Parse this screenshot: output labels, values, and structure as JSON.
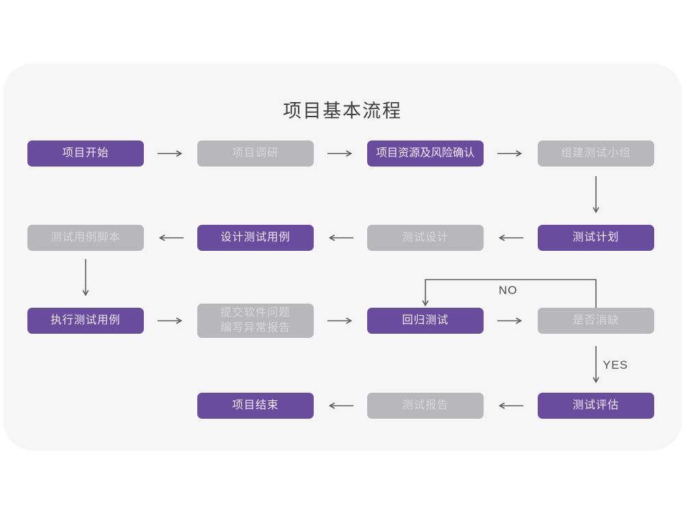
{
  "title": "项目基本流程",
  "colors": {
    "card_background": "#f6f6f7",
    "page_background": "#ffffff",
    "node_purple": "#6a4c9e",
    "node_purple_text": "#efeaf6",
    "node_gray": "#b8b7b9",
    "node_gray_text": "#d9d8db",
    "arrow": "#5a5a5a",
    "title_text": "#3d3d3d"
  },
  "edge_labels": {
    "no": "NO",
    "yes": "YES"
  },
  "nodes": [
    {
      "id": "project-start",
      "label": "项目开始",
      "variant": "purple",
      "row": 1,
      "col": 1
    },
    {
      "id": "project-research",
      "label": "项目调研",
      "variant": "gray",
      "row": 1,
      "col": 2
    },
    {
      "id": "resources-risk-confirm",
      "label": "项目资源及风险确认",
      "variant": "purple",
      "row": 1,
      "col": 3
    },
    {
      "id": "build-test-team",
      "label": "组建测试小组",
      "variant": "gray",
      "row": 1,
      "col": 4
    },
    {
      "id": "test-plan",
      "label": "测试计划",
      "variant": "purple",
      "row": 2,
      "col": 4
    },
    {
      "id": "test-design",
      "label": "测试设计",
      "variant": "gray",
      "row": 2,
      "col": 3
    },
    {
      "id": "design-test-cases",
      "label": "设计测试用例",
      "variant": "purple",
      "row": 2,
      "col": 2
    },
    {
      "id": "test-case-script",
      "label": "测试用例脚本",
      "variant": "gray",
      "row": 2,
      "col": 1
    },
    {
      "id": "execute-test-cases",
      "label": "执行测试用例",
      "variant": "purple",
      "row": 3,
      "col": 1
    },
    {
      "id": "submit-issue-report",
      "label": "提交软件问题\n编写异常报告",
      "variant": "gray",
      "row": 3,
      "col": 2
    },
    {
      "id": "regression-test",
      "label": "回归测试",
      "variant": "purple",
      "row": 3,
      "col": 3
    },
    {
      "id": "defect-cleared",
      "label": "是否消缺",
      "variant": "gray",
      "row": 3,
      "col": 4
    },
    {
      "id": "test-evaluation",
      "label": "测试评估",
      "variant": "purple",
      "row": 4,
      "col": 4
    },
    {
      "id": "test-report",
      "label": "测试报告",
      "variant": "gray",
      "row": 4,
      "col": 3
    },
    {
      "id": "project-end",
      "label": "项目结束",
      "variant": "purple",
      "row": 4,
      "col": 2
    }
  ]
}
